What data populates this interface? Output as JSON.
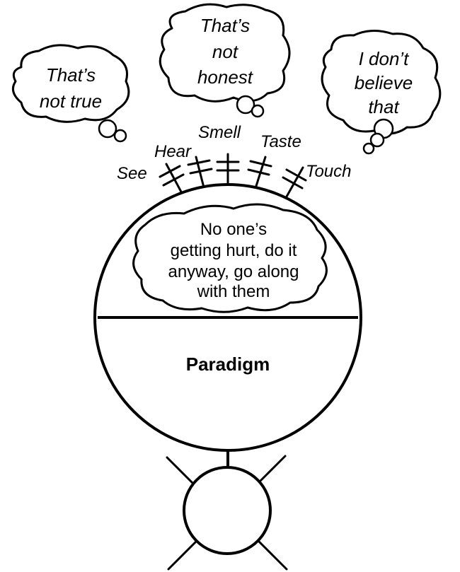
{
  "bubbles": {
    "left": {
      "line1": "That’s",
      "line2": "not true"
    },
    "middle": {
      "line1": "That’s",
      "line2": "not",
      "line3": "honest"
    },
    "right": {
      "line1": "I don’t",
      "line2": "believe",
      "line3": "that"
    }
  },
  "senses": {
    "see": "See",
    "hear": "Hear",
    "smell": "Smell",
    "taste": "Taste",
    "touch": "Touch"
  },
  "inner_thought": {
    "line1": "No one’s",
    "line2": "getting hurt, do it",
    "line3": "anyway, go along",
    "line4": "with them"
  },
  "paradigm_label": "Paradigm"
}
